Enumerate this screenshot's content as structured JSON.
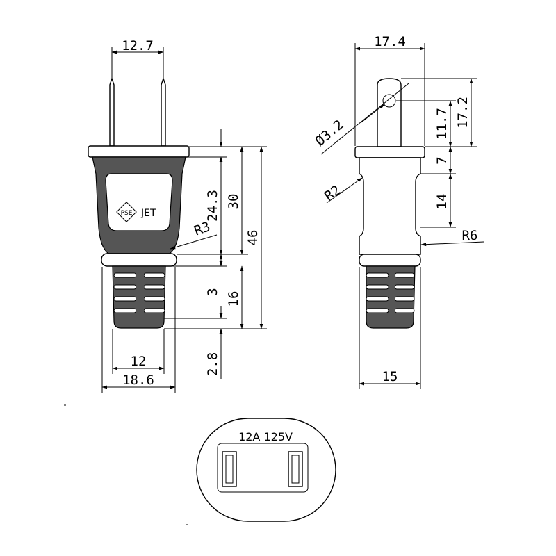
{
  "front_view": {
    "dims": {
      "blade_spacing": "12.7",
      "dim_24_3": "24.3",
      "dim_30": "30",
      "dim_46": "46",
      "radius_r3": "R3",
      "dim_3": "3",
      "dim_16": "16",
      "dim_2_8": "2.8",
      "base_width_12": "12",
      "body_width": "18.6"
    },
    "logo": {
      "mark_letters": "PSE",
      "text": "JET"
    }
  },
  "side_view": {
    "dims": {
      "depth": "17.4",
      "hole_diameter": "Ø3.2",
      "dim_11_7": "11.7",
      "dim_17_2": "17.2",
      "dim_7": "7",
      "radius_r2": "R2",
      "dim_14": "14",
      "radius_r6": "R6",
      "base_width_15": "15"
    }
  },
  "face_view": {
    "rating": "12A 125V"
  }
}
